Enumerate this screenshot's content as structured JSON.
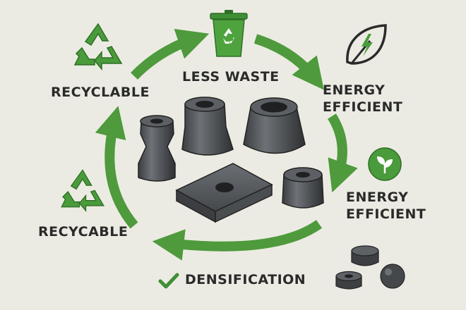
{
  "labels": {
    "less_waste": "LESS WASTE",
    "recyclable_top": "RECYCLABLE",
    "energy_top_line1": "ENERGY",
    "energy_top_line2": "EFFICIENT",
    "energy_mid_line1": "ENERGY",
    "energy_mid_line2": "EFFICIENT",
    "recycable_bottom": "RECYCABLE",
    "densification": "DENSIFICATION"
  },
  "icons": [
    "recycle-bin-icon",
    "recycle-symbol-icon",
    "leaf-lightning-icon",
    "leaf-circle-icon",
    "checkmark-icon"
  ],
  "colors": {
    "background": "#ecebe3",
    "arrow_green": "#4e9a3c",
    "icon_green": "#3f8f35",
    "part_dark": "#3d3f42",
    "part_mid": "#5a5d61",
    "part_light": "#7b7f84",
    "text": "#2a2a2a"
  }
}
